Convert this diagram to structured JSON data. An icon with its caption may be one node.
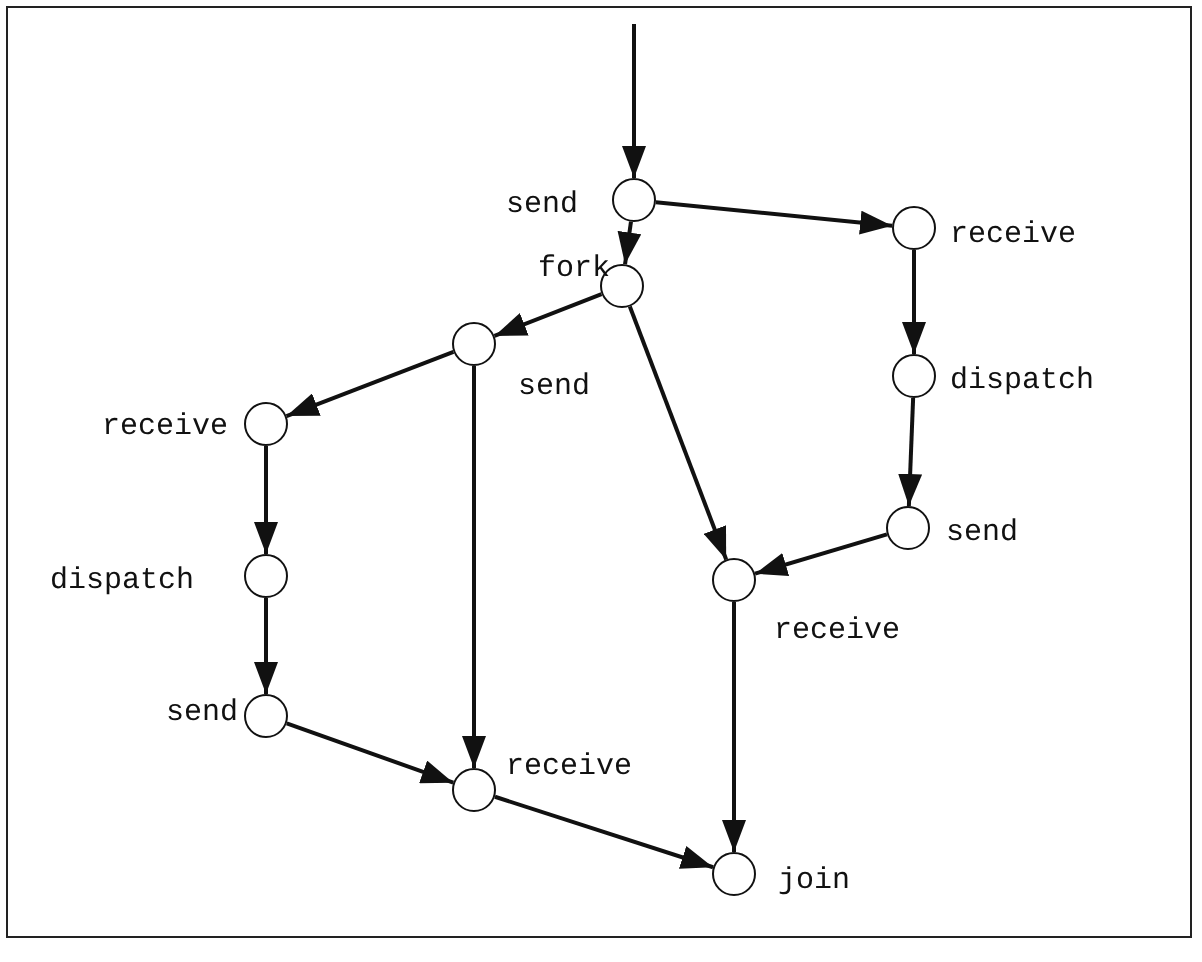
{
  "diagram": {
    "nodes": [
      {
        "text": [
          "send"
        ]
      },
      {
        "text": [
          "receive"
        ]
      },
      {
        "text": [
          "fork"
        ]
      },
      {
        "text": [
          "send"
        ]
      },
      {
        "text": [
          "dispatch"
        ]
      },
      {
        "text": [
          "receive"
        ]
      },
      {
        "text": [
          "send"
        ]
      },
      {
        "text": [
          "receive"
        ]
      },
      {
        "text": [
          "dispatch"
        ]
      },
      {
        "text": [
          "send"
        ]
      },
      {
        "text": [
          "receive"
        ]
      },
      {
        "text": [
          "join"
        ]
      }
    ],
    "edges": [
      {
        "from": null,
        "to": 0,
        "arrow": "to"
      },
      {
        "from": 0,
        "to": 1,
        "arrow": "to"
      },
      {
        "from": 0,
        "to": 2,
        "arrow": "to"
      },
      {
        "from": 2,
        "to": 3,
        "arrow": "to"
      },
      {
        "from": 3,
        "to": 5,
        "arrow": "to"
      },
      {
        "from": 3,
        "to": 10,
        "arrow": "to"
      },
      {
        "from": 2,
        "to": 7,
        "arrow": "to"
      },
      {
        "from": 1,
        "to": 4,
        "arrow": "to"
      },
      {
        "from": 4,
        "to": 6,
        "arrow": "to"
      },
      {
        "from": 6,
        "to": 7,
        "arrow": "to"
      },
      {
        "from": 5,
        "to": 8,
        "arrow": "to"
      },
      {
        "from": 8,
        "to": 9,
        "arrow": "to"
      },
      {
        "from": 9,
        "to": 10,
        "arrow": "to"
      },
      {
        "from": 10,
        "to": 11,
        "arrow": "to"
      },
      {
        "from": 7,
        "to": 11,
        "arrow": "to"
      }
    ]
  }
}
